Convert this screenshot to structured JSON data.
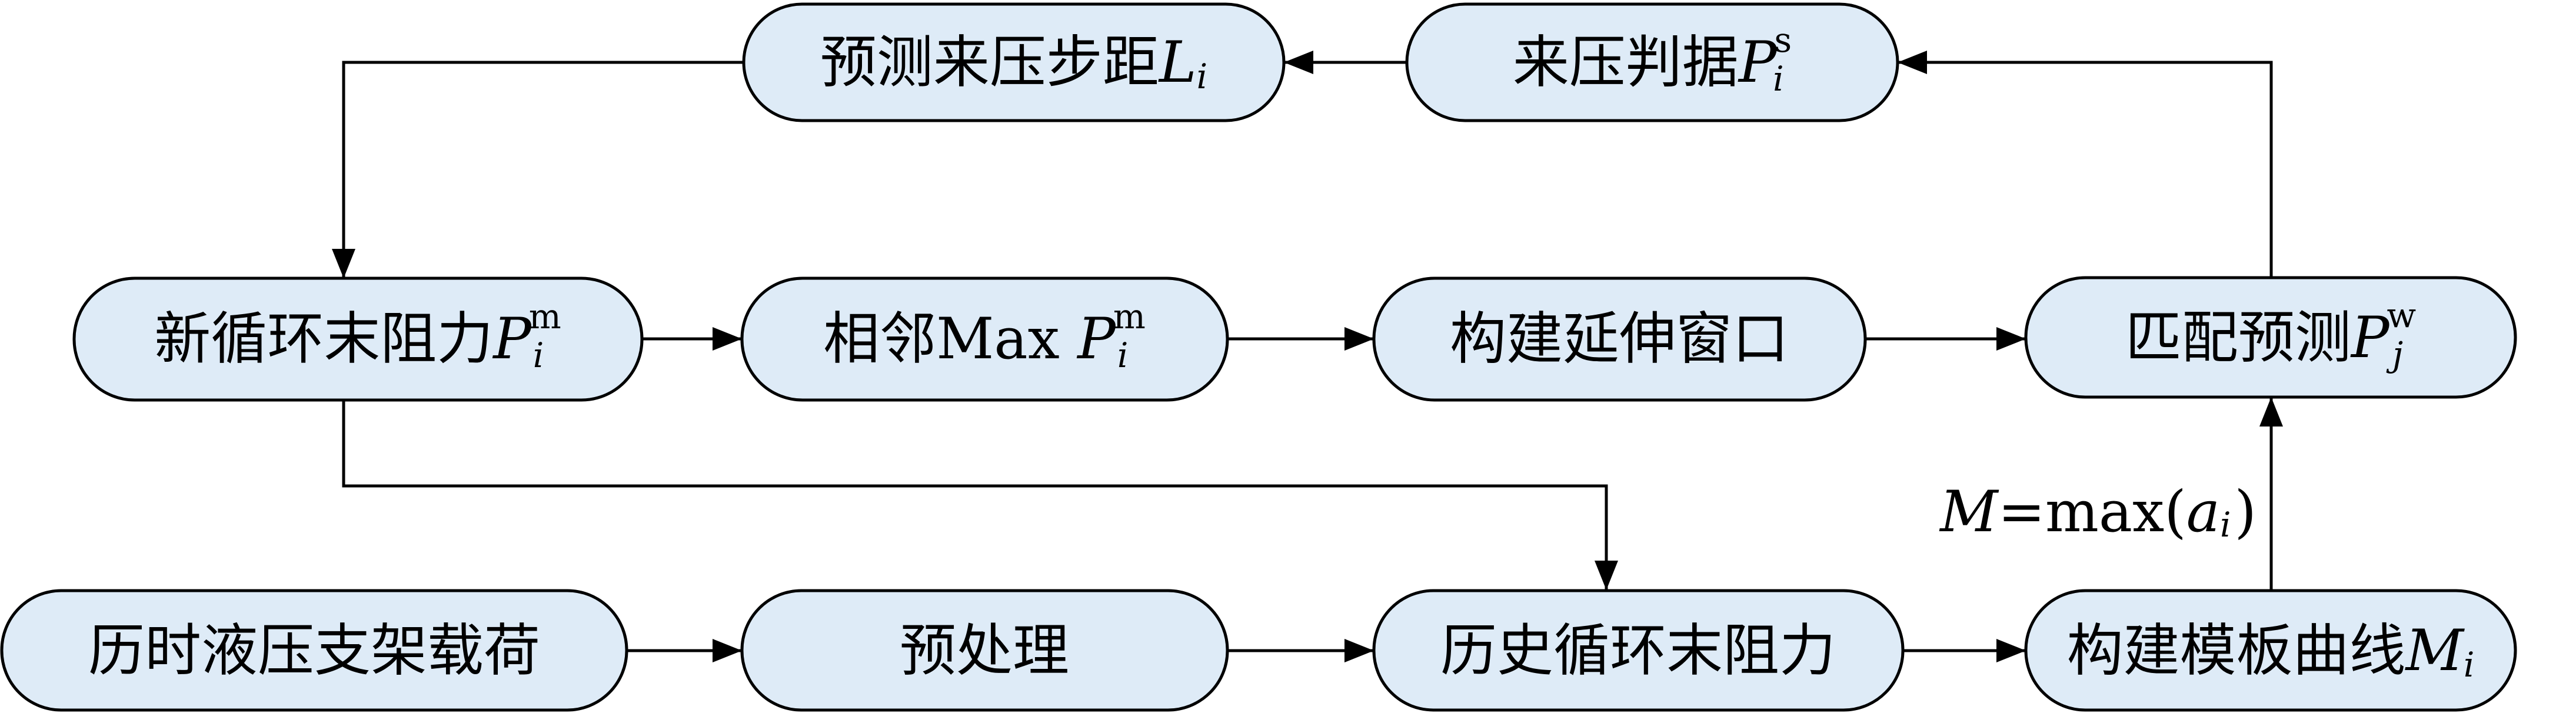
{
  "colors": {
    "node_fill": "#deebf7",
    "stroke": "#000000",
    "background": "#ffffff"
  },
  "nodes": {
    "predict_step": {
      "text": "预测来压步距",
      "var": "L",
      "sub": "i"
    },
    "pressure_criterion": {
      "text": "来压判据",
      "var": "P",
      "sub": "i",
      "sup": "s"
    },
    "new_cycle_resistance": {
      "text": "新循环末阻力",
      "var": "P",
      "sub": "i",
      "sup": "m"
    },
    "adjacent_max": {
      "text": "相邻Max ",
      "var": "P",
      "sub": "i",
      "sup": "m"
    },
    "build_window": {
      "text": "构建延伸窗口"
    },
    "match_predict": {
      "text": "匹配预测",
      "var": "P",
      "sub": "j",
      "sup": "w"
    },
    "history_load": {
      "text": "历时液压支架载荷"
    },
    "preprocess": {
      "text": "预处理"
    },
    "history_resistance": {
      "text": "历史循环末阻力"
    },
    "template_curve": {
      "text": "构建模板曲线",
      "var": "M",
      "sub": "i"
    }
  },
  "edge_label": {
    "var": "M",
    "eq": "=max(",
    "arg": "a",
    "sub": "i",
    "close": ")"
  }
}
